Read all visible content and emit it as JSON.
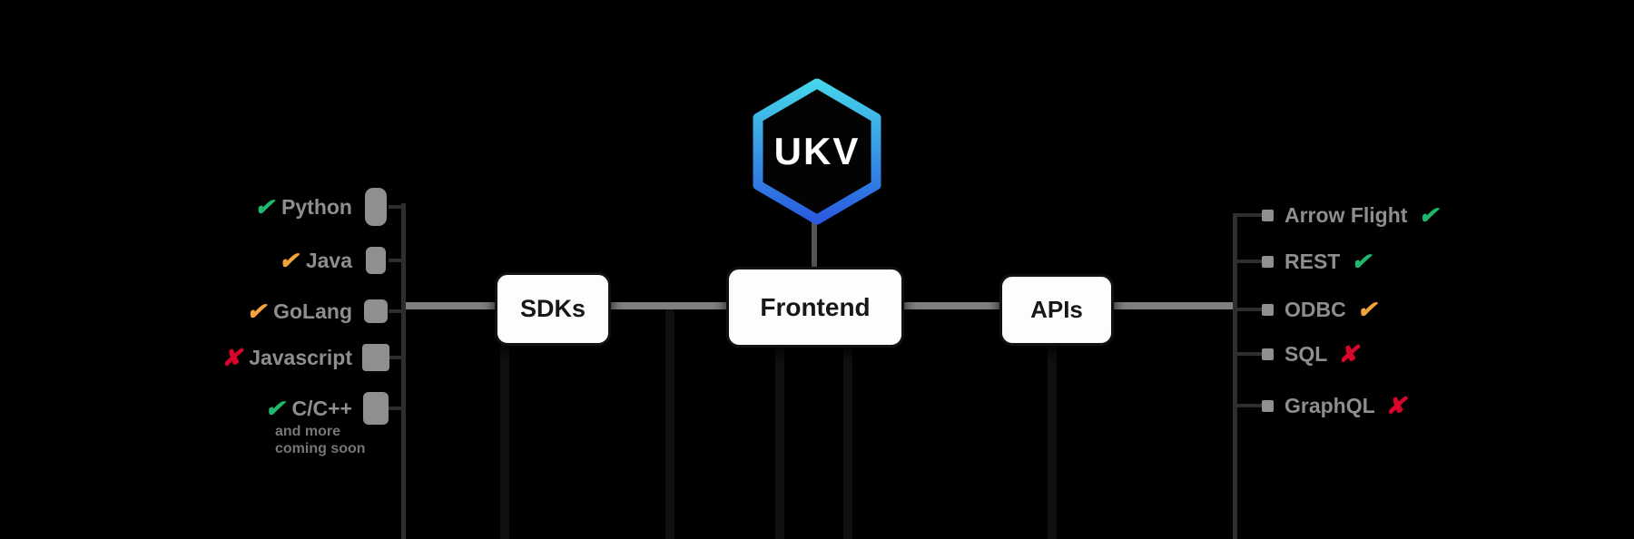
{
  "diagram": {
    "logo": {
      "label": "UKV"
    },
    "nodes": {
      "sdks": "SDKs",
      "frontend": "Frontend",
      "apis": "APIs"
    },
    "sdk_list": {
      "items": [
        {
          "label": "Python",
          "status": "ok",
          "glyph": "✔",
          "icon": "python-icon"
        },
        {
          "label": "Java",
          "status": "partial",
          "glyph": "✔",
          "icon": "java-icon"
        },
        {
          "label": "GoLang",
          "status": "partial",
          "glyph": "✔",
          "icon": "golang-icon"
        },
        {
          "label": "Javascript",
          "status": "missing",
          "glyph": "✘",
          "icon": "javascript-icon"
        },
        {
          "label": "C/C++",
          "status": "ok",
          "glyph": "✔",
          "icon": "c-cpp-icon"
        }
      ],
      "note_lines": [
        "and more",
        "coming soon"
      ]
    },
    "api_list": {
      "items": [
        {
          "label": "Arrow Flight",
          "status": "ok",
          "glyph": "✔"
        },
        {
          "label": "REST",
          "status": "ok",
          "glyph": "✔"
        },
        {
          "label": "ODBC",
          "status": "partial",
          "glyph": "✔"
        },
        {
          "label": "SQL",
          "status": "missing",
          "glyph": "✘"
        },
        {
          "label": "GraphQL",
          "status": "missing",
          "glyph": "✘"
        }
      ]
    },
    "colors": {
      "status_ok": "#1fb76b",
      "status_partial": "#f2a33c",
      "status_missing": "#d90429",
      "logo_gradient_top": "#45d4ea",
      "logo_gradient_bottom": "#2a5be0",
      "connector": "#7f7f7f",
      "background": "#000000"
    }
  }
}
